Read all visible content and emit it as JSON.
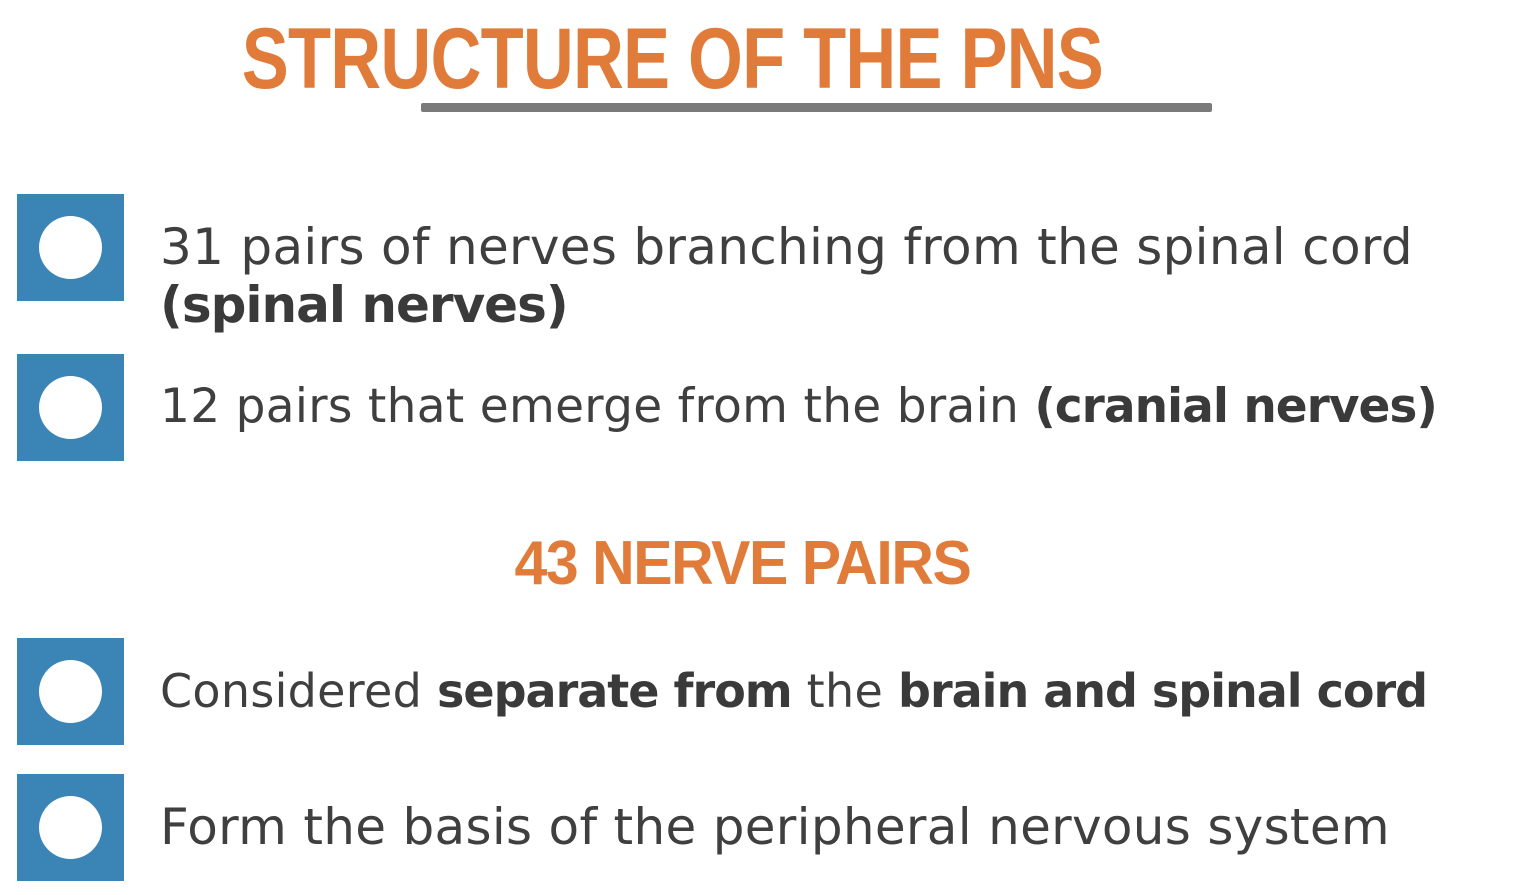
{
  "title": "STRUCTURE OF THE PNS",
  "colors": {
    "accent": "#e07b39",
    "bullet": "#3a84b6",
    "text": "#3f3f3f",
    "rule": "#7a7a7a"
  },
  "bullets": [
    {
      "text": "31 pairs of nerves branching from the spinal cord",
      "bold": "(spinal nerves)"
    },
    {
      "text": "12 pairs that emerge from the brain",
      "bold": "(cranial nerves)"
    }
  ],
  "summary": "43 NERVE PAIRS",
  "bullets2": [
    {
      "t1": "Considered",
      "b1": "separate from",
      "t2": "the",
      "b2": "brain and spinal cord"
    },
    {
      "text": "Form the basis of the peripheral nervous system"
    }
  ]
}
